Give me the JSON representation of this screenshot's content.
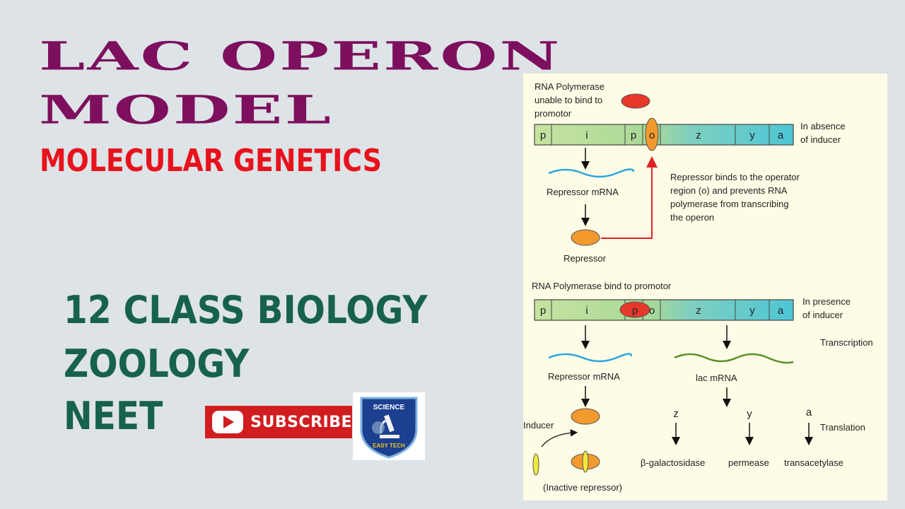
{
  "left": {
    "title_line1": "LAC OPERON",
    "title_line2": "MODEL",
    "subtitle": "MOLECULAR GENETICS",
    "line1": "12 CLASS BIOLOGY",
    "line2": "ZOOLOGY",
    "line3": "NEET",
    "subscribe_label": "SUBSCRIBE",
    "logo_top": "SCIENCE",
    "logo_bottom": "EASY TECH",
    "colors": {
      "title": "#7d0f5e",
      "subtitle": "#e8121c",
      "green_text": "#17614f",
      "subscribe_bg": "#d11d1f"
    }
  },
  "diagram": {
    "top": {
      "rna_pol_note": [
        "RNA Polymerase",
        "unable to bind to",
        "promotor"
      ],
      "genes": [
        "p",
        "i",
        "p",
        "o",
        "z",
        "y",
        "a"
      ],
      "condition": [
        "In absence",
        "of inducer"
      ],
      "repressor_mrna": "Repressor mRNA",
      "repressor": "Repressor",
      "explanation": [
        "Repressor binds to the operator",
        "region (o) and prevents RNA",
        "polymerase from transcribing",
        "the operon"
      ]
    },
    "bottom": {
      "rna_pol_note": "RNA Polymerase bind to promotor",
      "genes": [
        "p",
        "i",
        "p",
        "o",
        "z",
        "y",
        "a"
      ],
      "condition": [
        "In presence",
        "of inducer"
      ],
      "transcription": "Transcription",
      "repressor_mrna": "Repressor mRNA",
      "lac_mrna": "lac mRNA",
      "inducer": "Inducer",
      "translation": "Translation",
      "gene_letters": [
        "z",
        "y",
        "a"
      ],
      "products": [
        "β-galactosidase",
        "permease",
        "transacetylase"
      ],
      "inactive": "(Inactive repressor)"
    }
  }
}
